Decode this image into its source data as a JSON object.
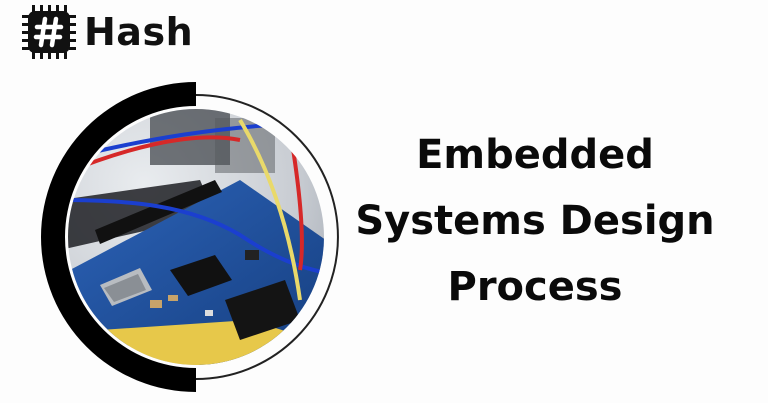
{
  "brand": {
    "name": "Hash",
    "icon": "hash-chip-icon"
  },
  "hero": {
    "title_lines": [
      "Embedded",
      "Systems Design",
      "Process"
    ],
    "image": "circuit-board-photo"
  },
  "colors": {
    "text": "#0a0a0a",
    "ring": "#000000",
    "board_blue": "#1f4e9c",
    "wire_red": "#d62828",
    "wire_blue": "#1b3fcf",
    "wire_yellow": "#e9d96a",
    "yellow_base": "#e7c84a"
  }
}
